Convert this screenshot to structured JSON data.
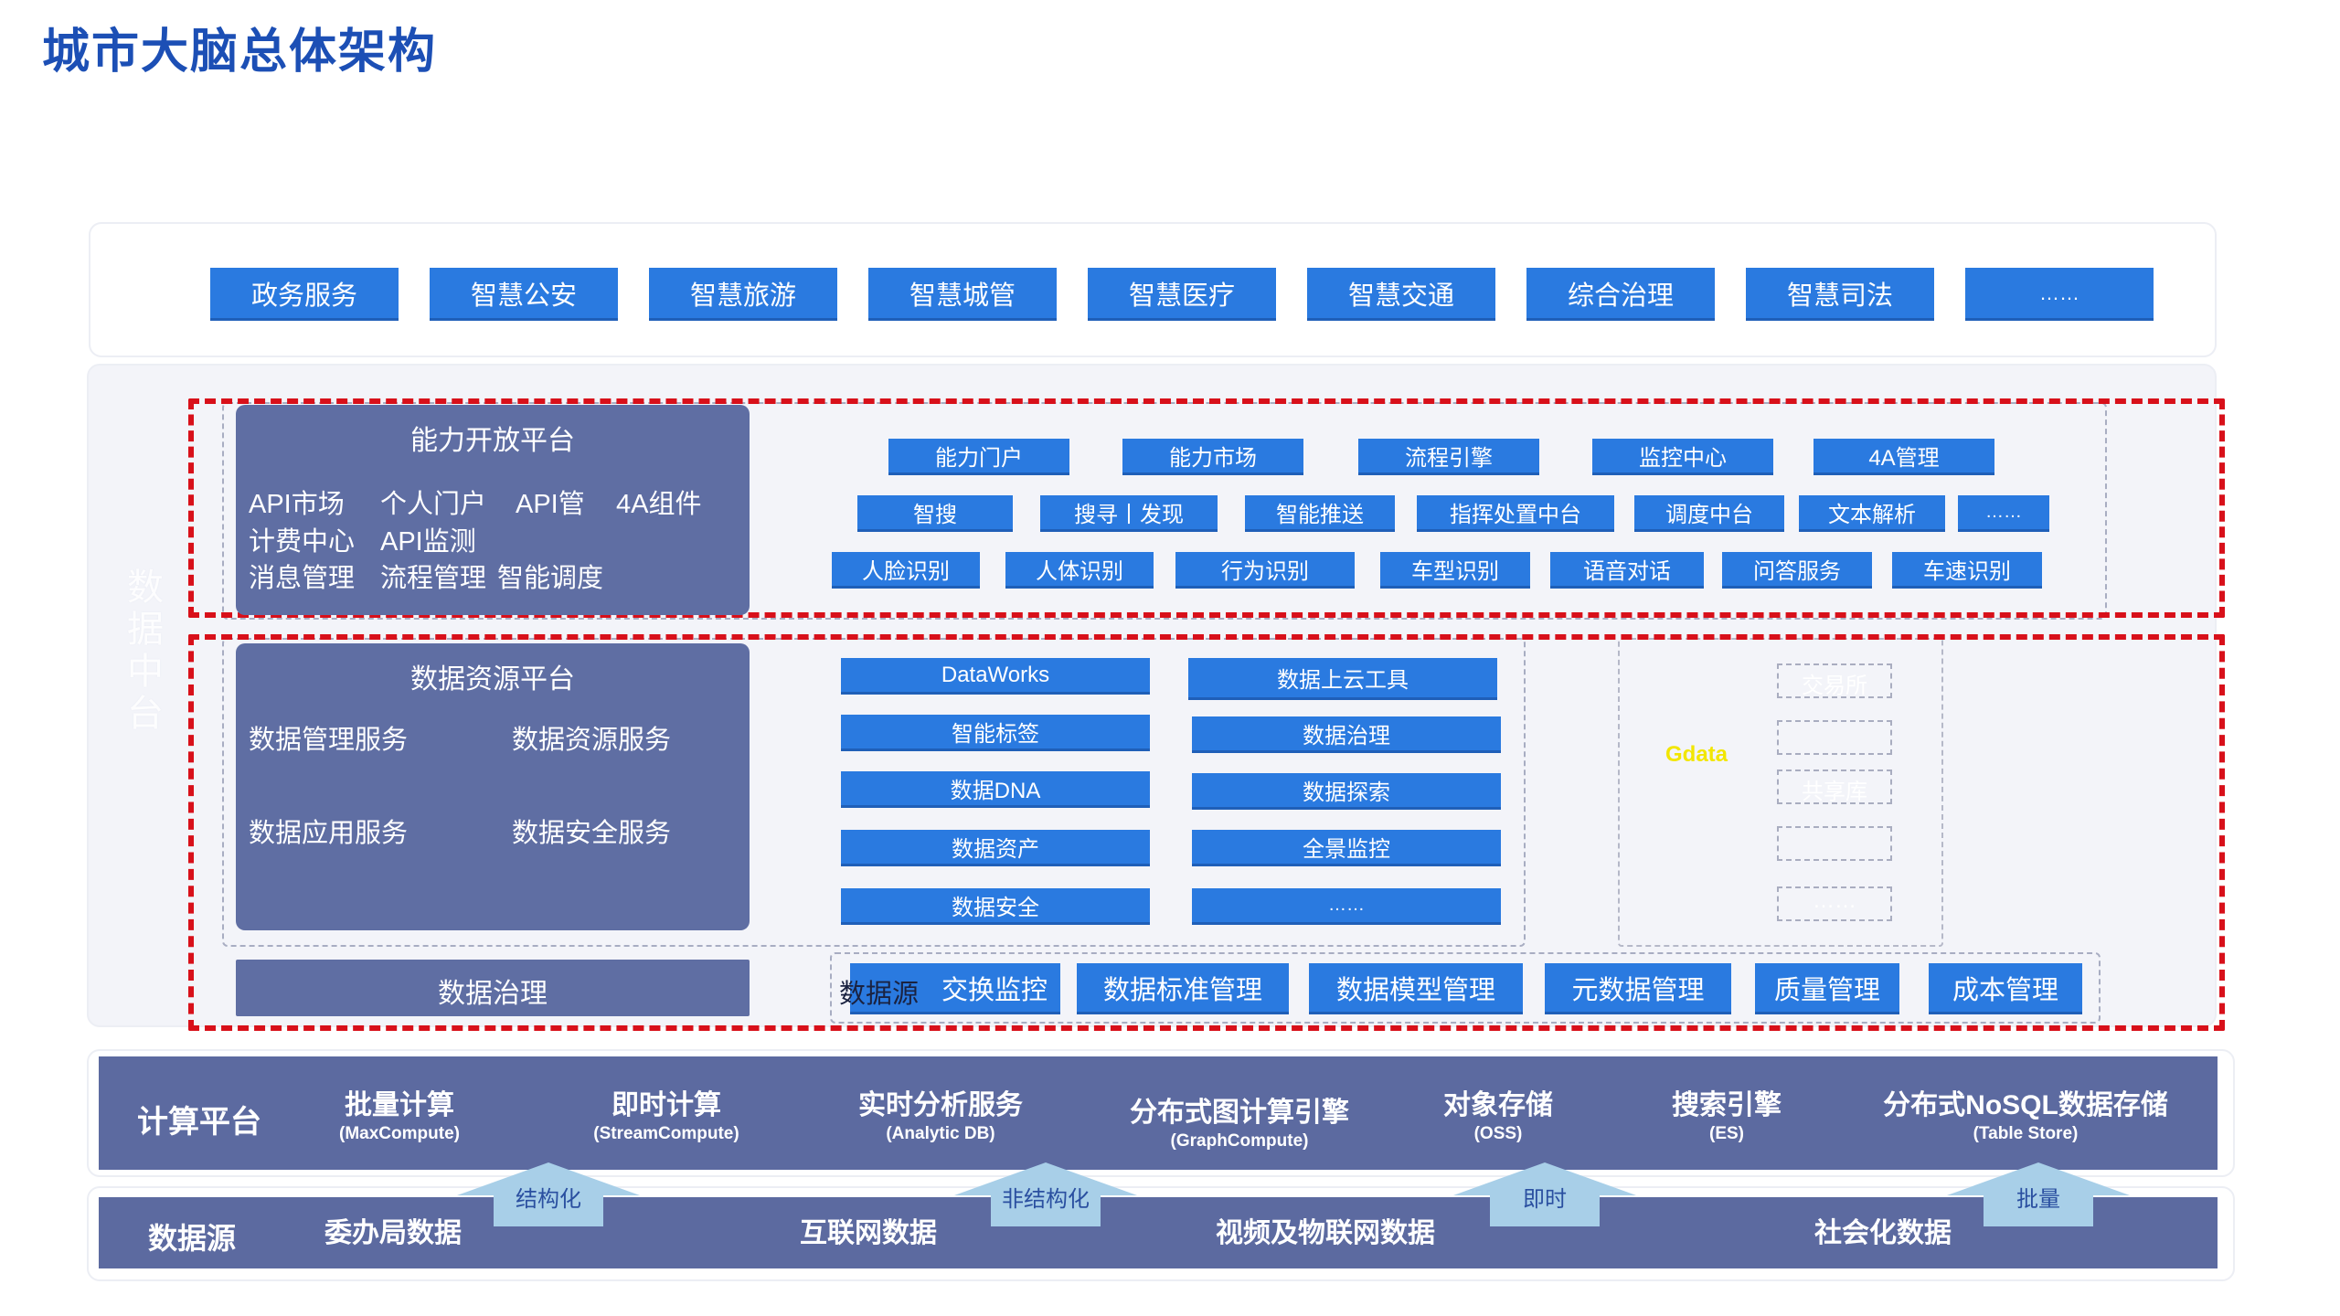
{
  "title": "城市大脑总体架构",
  "apps": [
    "政务服务",
    "智慧公安",
    "智慧旅游",
    "智慧城管",
    "智慧医疗",
    "智慧交通",
    "综合治理",
    "智慧司法",
    "……"
  ],
  "data_platform_label": "数据中台",
  "ability": {
    "title": "能力开放平台",
    "rows": [
      [
        "API市场",
        "个人门户",
        "API管",
        "4A组件"
      ],
      [
        "计费中心",
        "API监测"
      ],
      [
        "消息管理",
        "流程管理",
        "智能调度"
      ]
    ],
    "row1": [
      "能力门户",
      "能力市场",
      "流程引擎",
      "监控中心",
      "4A管理"
    ],
    "row2": [
      "智搜",
      "搜寻丨发现",
      "智能推送",
      "指挥处置中台",
      "调度中台",
      "文本解析",
      "……"
    ],
    "row3": [
      "人脸识别",
      "人体识别",
      "行为识别",
      "车型识别",
      "语音对话",
      "问答服务",
      "车速识别"
    ]
  },
  "resource": {
    "title": "数据资源平台",
    "items": [
      "数据管理服务",
      "数据资源服务",
      "数据应用服务",
      "数据安全服务"
    ],
    "col1": [
      "DataWorks",
      "智能标签",
      "数据DNA",
      "数据资产",
      "数据安全"
    ],
    "col2": [
      "数据上云工具",
      "数据治理",
      "数据探索",
      "全景监控",
      "……"
    ],
    "gdata": "Gdata",
    "ghost_texts": [
      "交易所",
      "共享库",
      "……"
    ]
  },
  "governance": {
    "title": "数据治理",
    "overlap_text": "数据源",
    "items": [
      "交换监控",
      "数据标准管理",
      "数据模型管理",
      "元数据管理",
      "质量管理",
      "成本管理"
    ]
  },
  "compute": {
    "label": "计算平台",
    "services": [
      {
        "name": "批量计算",
        "sub": "(MaxCompute)"
      },
      {
        "name": "即时计算",
        "sub": "(StreamCompute)"
      },
      {
        "name": "实时分析服务",
        "sub": "(Analytic DB)"
      },
      {
        "name": "分布式图计算引擎",
        "sub": "(GraphCompute)"
      },
      {
        "name": "对象存储",
        "sub": "(OSS)"
      },
      {
        "name": "搜索引擎",
        "sub": "(ES)"
      },
      {
        "name": "分布式NoSQL数据存储",
        "sub": "(Table Store)"
      }
    ]
  },
  "sources": {
    "label": "数据源",
    "items": [
      "委办局数据",
      "互联网数据",
      "视频及物联网数据",
      "社会化数据"
    ]
  },
  "arrows": [
    "结构化",
    "非结构化",
    "即时",
    "批量"
  ],
  "colors": {
    "accent_blue": "#2a7ae0",
    "slate": "#5c6aa0",
    "title_blue": "#1c4fb5",
    "red_dash": "#d8101a"
  }
}
